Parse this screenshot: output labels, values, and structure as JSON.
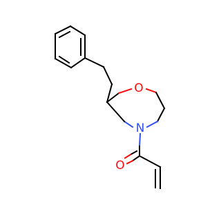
{
  "atoms": {
    "oxygen_ring": {
      "symbol": "O",
      "color": "#ff0d0d"
    },
    "nitrogen_ring": {
      "symbol": "N",
      "color": "#3050f8"
    },
    "oxygen_carbonyl": {
      "symbol": "O",
      "color": "#ff0d0d"
    }
  },
  "colors": {
    "bond": "#000000",
    "background": "#ffffff"
  }
}
